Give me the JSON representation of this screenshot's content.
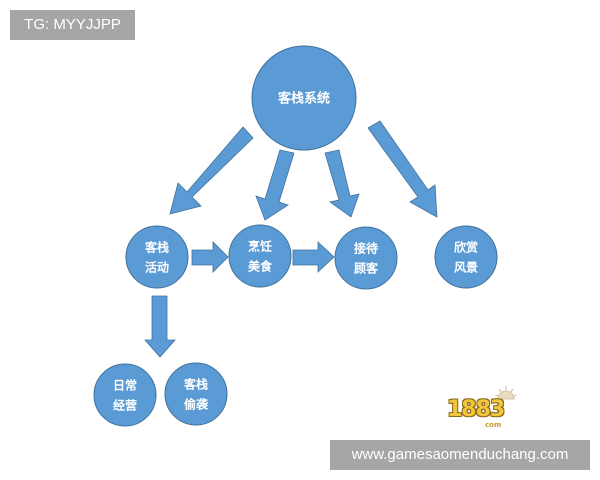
{
  "watermarks": {
    "top_left": "TG: MYYJJPP",
    "bottom_right": "www.gamesaomenduchang.com"
  },
  "logo": {
    "main": "1883",
    "suffix": "com"
  },
  "colors": {
    "node_fill": "#5b9bd5",
    "node_stroke": "#41719c",
    "label": "#ffffff",
    "watermark_bg": "#a6a6a6"
  },
  "diagram": {
    "root": {
      "id": "inn-system",
      "label": "客栈系统"
    },
    "nodes": [
      {
        "id": "inn-activity",
        "line1": "客栈",
        "line2": "活动"
      },
      {
        "id": "cooking-food",
        "line1": "烹饪",
        "line2": "美食"
      },
      {
        "id": "receive-guests",
        "line1": "接待",
        "line2": "顾客"
      },
      {
        "id": "enjoy-scenery",
        "line1": "欣赏",
        "line2": "风景"
      },
      {
        "id": "daily-operation",
        "line1": "日常",
        "line2": "经营"
      },
      {
        "id": "inn-raid",
        "line1": "客栈",
        "line2": "偷袭"
      }
    ],
    "edges": [
      {
        "from": "inn-system",
        "to": "inn-activity"
      },
      {
        "from": "inn-system",
        "to": "cooking-food"
      },
      {
        "from": "inn-system",
        "to": "receive-guests"
      },
      {
        "from": "inn-system",
        "to": "enjoy-scenery"
      },
      {
        "from": "inn-activity",
        "to": "cooking-food"
      },
      {
        "from": "cooking-food",
        "to": "receive-guests"
      },
      {
        "from": "inn-activity",
        "to": "daily-operation"
      }
    ]
  }
}
